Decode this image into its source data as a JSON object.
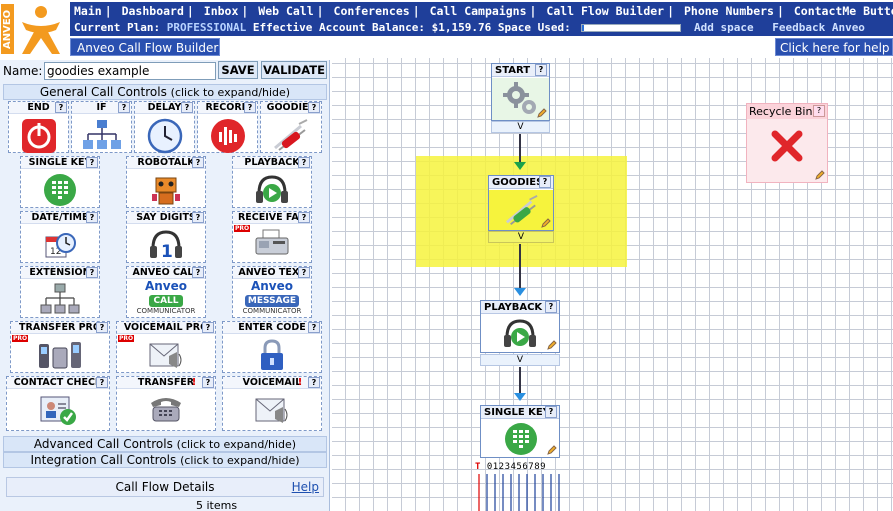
{
  "logo": {
    "word": "ANVEO"
  },
  "nav": {
    "items": [
      "Main",
      "Dashboard",
      "Inbox",
      "Web Call",
      "Conferences",
      "Call Campaigns",
      "Call Flow Builder",
      "Phone Numbers",
      "ContactMe Button"
    ],
    "separator": "|"
  },
  "plan": {
    "label": "Current Plan:",
    "value": "PROFESSIONAL",
    "balance_label": "Effective Account Balance:",
    "balance_value": "$1,159.76",
    "space_label": "Space Used:",
    "space_used_fraction": 0.02,
    "add_space": "Add space",
    "feedback": "Feedback Anveo"
  },
  "title_tab": "Anveo Call Flow Builder",
  "help_tab": "Click here for help",
  "left": {
    "name_label": "Name:",
    "name_value": "goodies example",
    "save": "SAVE",
    "validate": "VALIDATE",
    "general": {
      "title": "General Call Controls",
      "sub": "(click to expand/hide)"
    },
    "advanced": {
      "title": "Advanced Call Controls",
      "sub": "(click to expand/hide)"
    },
    "integration": {
      "title": "Integration Call Controls",
      "sub": "(click to expand/hide)"
    },
    "details": {
      "title": "Call Flow Details",
      "help": "Help"
    },
    "items_count": "5 items",
    "q": "?",
    "ex": "!",
    "pro": "PRO",
    "controls": {
      "end": "END",
      "if": "IF",
      "delay": "DELAY",
      "record": "RECORD",
      "goodies": "GOODIES",
      "single_key": "SINGLE KEY",
      "robotalk": "ROBOTALK",
      "playback": "PLAYBACK",
      "date_time": "DATE/TIME",
      "say_digits": "SAY DIGITS",
      "receive_fax": "RECEIVE FAX",
      "extension": "EXTENSION",
      "anveo_call": "ANVEO CALL",
      "anveo_text": "ANVEO TEXT",
      "transfer_pro": "TRANSFER PRO",
      "voicemail_pro": "VOICEMAIL PRO",
      "enter_code": "ENTER CODE",
      "contact_check": "CONTACT CHECK",
      "transfer": "TRANSFER",
      "voicemail": "VOICEMAIL"
    },
    "anveo_call_icon": {
      "brand": "Anveo",
      "word": "CALL",
      "caption": "COMMUNICATOR"
    },
    "anveo_text_icon": {
      "brand": "Anveo",
      "word": "MESSAGE",
      "caption": "COMMUNICATOR"
    }
  },
  "canvas": {
    "start": "START",
    "goodies": "GOODIES",
    "playback": "PLAYBACK",
    "single_key": "SINGLE KEY",
    "recycle": "Recycle Bin",
    "v": "V",
    "q": "?",
    "digits_t": "T",
    "digits": "0123456789"
  },
  "colors": {
    "nav_bg": "#1f3f9a",
    "highlight": "#f6f33d",
    "accent_orange": "#f39a1f"
  }
}
